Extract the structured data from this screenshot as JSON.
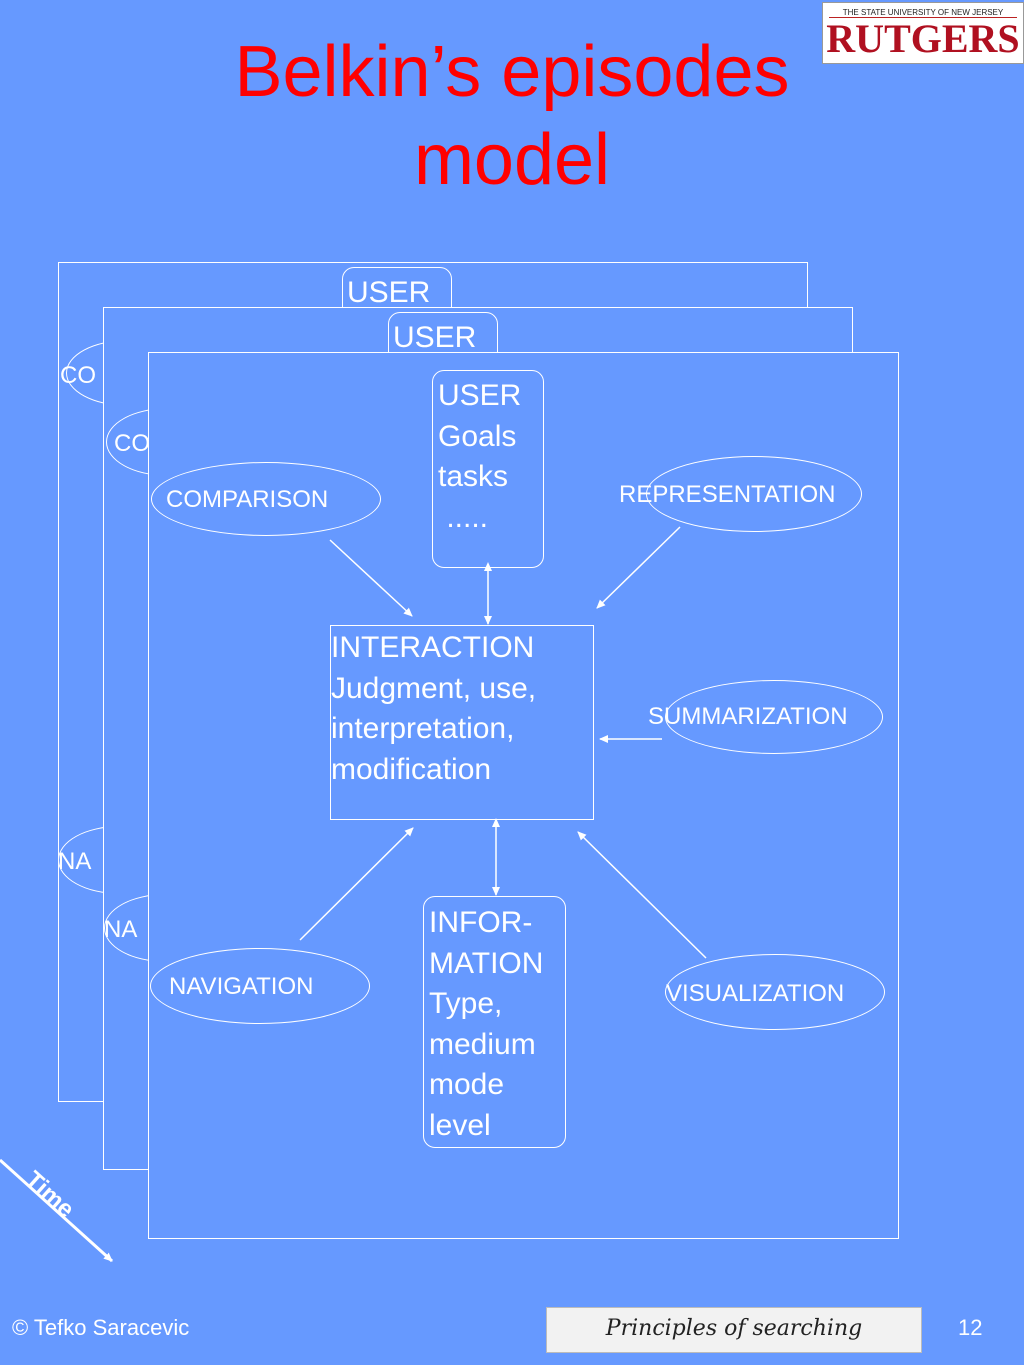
{
  "title": {
    "line1": "Belkin’s episodes",
    "line2": "model"
  },
  "logo": {
    "small_text": "THE STATE UNIVERSITY OF NEW JERSEY",
    "big_text": "RUTGERS"
  },
  "back_panels": {
    "panel1": {
      "user": "USER",
      "comparison": "CO",
      "navigation": "NA"
    },
    "panel2": {
      "user": "USER",
      "comparison": "CO",
      "navigation": "NA"
    }
  },
  "diagram": {
    "user_box": [
      "USER",
      "Goals",
      "tasks",
      " ....."
    ],
    "interaction_box": [
      "INTERACTION",
      "Judgment, use,",
      "interpretation,",
      "modification"
    ],
    "information_box": [
      "INFOR-",
      "MATION",
      "Type,",
      "medium",
      "mode",
      "level"
    ],
    "ovals": {
      "comparison": "COMPARISON",
      "representation": "REPRESENTATION",
      "summarization": "SUMMARIZATION",
      "navigation": "NAVIGATION",
      "visualization": "VISUALIZATION"
    },
    "time_label": "Time"
  },
  "footer": {
    "copyright": "© Tefko Saracevic",
    "book_title": "Principles of searching",
    "page_number": "12"
  }
}
